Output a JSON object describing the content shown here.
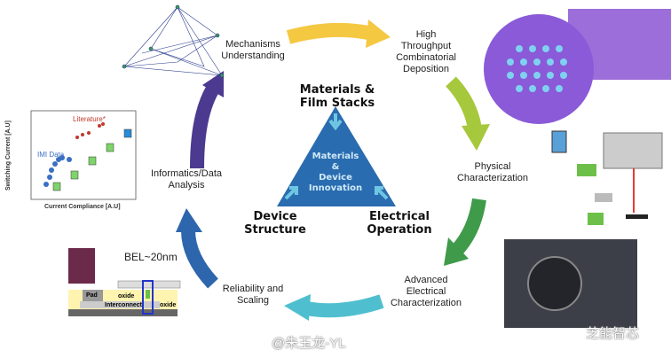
{
  "center": {
    "title": "Materials & Device Innovation",
    "line1": "Materials",
    "line2": "&",
    "line3": "Device",
    "line4": "Innovation"
  },
  "vertices": {
    "top1": "Materials &",
    "top2": "Film Stacks",
    "left1": "Device",
    "left2": "Structure",
    "right1": "Electrical",
    "right2": "Operation"
  },
  "cycle": [
    {
      "l1": "Mechanisms",
      "l2": "Understanding"
    },
    {
      "l1": "High",
      "l2": "Throughput",
      "l3": "Combinatorial",
      "l4": "Deposition"
    },
    {
      "l1": "Physical",
      "l2": "Characterization"
    },
    {
      "l1": "Advanced",
      "l2": "Electrical",
      "l3": "Characterization"
    },
    {
      "l1": "Reliability and",
      "l2": "Scaling"
    },
    {
      "l1": "Informatics/Data",
      "l2": "Analysis"
    }
  ],
  "arrow_colors": [
    "#f5c842",
    "#a6c83c",
    "#3f9a4a",
    "#4fbfcf",
    "#2e66ad",
    "#4b3a8f"
  ],
  "plot": {
    "ylabel": "Switching Current [A.U]",
    "xlabel": "Current Compliance [A.U]",
    "series1": "IMI Data",
    "series2": "Literature*"
  },
  "device": {
    "title": "BEL~20nm",
    "pad": "Pad",
    "oxide1": "oxide",
    "interconnect": "Interconnect",
    "oxide2": "oxide"
  },
  "watermark": {
    "weibo": "@朱玉龙-YL",
    "wechat": "芝能智芯"
  }
}
